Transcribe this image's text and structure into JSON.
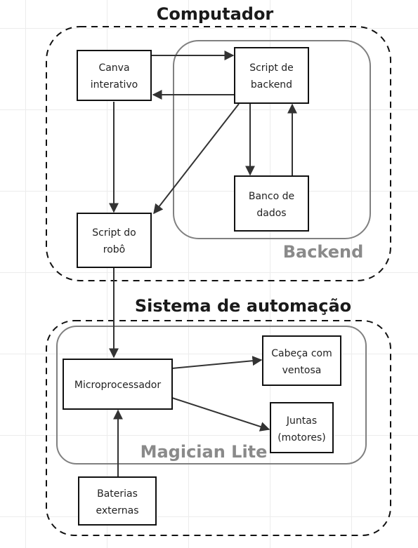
{
  "groups": {
    "computador": "Computador",
    "backend": "Backend",
    "sistema": "Sistema de automação",
    "magician": "Magician Lite"
  },
  "nodes": {
    "canva": [
      "Canva",
      "interativo"
    ],
    "script_backend": [
      "Script de",
      "backend"
    ],
    "banco": [
      "Banco de",
      "dados"
    ],
    "script_robo": [
      "Script do",
      "robô"
    ],
    "micro": [
      "Microprocessador"
    ],
    "cabeca": [
      "Cabeça com",
      "ventosa"
    ],
    "juntas": [
      "Juntas",
      "(motores)"
    ],
    "baterias": [
      "Baterias",
      "externas"
    ]
  },
  "edges": [
    {
      "from": "Canva interativo",
      "to": "Script de backend"
    },
    {
      "from": "Script de backend",
      "to": "Canva interativo"
    },
    {
      "from": "Canva interativo",
      "to": "Script do robô"
    },
    {
      "from": "Script de backend",
      "to": "Script do robô"
    },
    {
      "from": "Script de backend",
      "to": "Banco de dados"
    },
    {
      "from": "Banco de dados",
      "to": "Script de backend"
    },
    {
      "from": "Script do robô",
      "to": "Microprocessador"
    },
    {
      "from": "Microprocessador",
      "to": "Cabeça com ventosa"
    },
    {
      "from": "Microprocessador",
      "to": "Juntas (motores)"
    },
    {
      "from": "Baterias externas",
      "to": "Microprocessador"
    }
  ]
}
